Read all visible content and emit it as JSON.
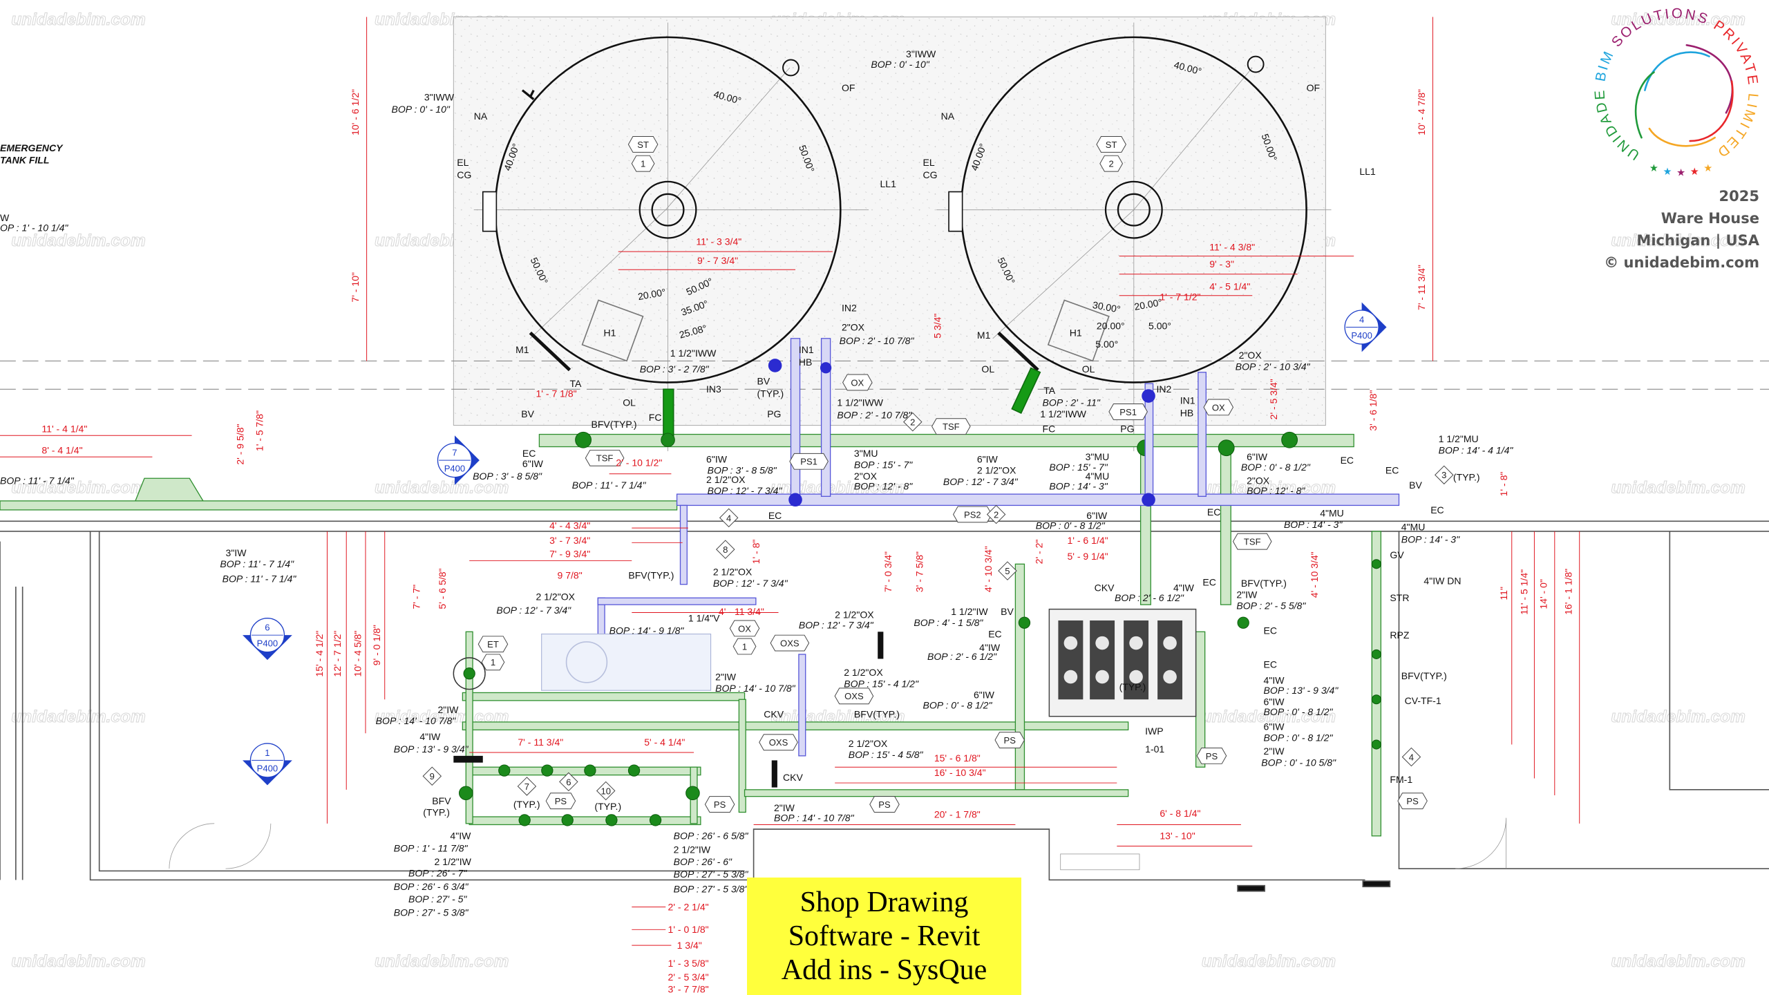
{
  "logo": {
    "words": [
      "UNIDADE",
      "BIM",
      "SOLUTIONS",
      "PRIVATE",
      "LIMITED"
    ],
    "colors": [
      "#1f9a3a",
      "#1ea4dd",
      "#9b1f6e",
      "#e8262a",
      "#f5a623"
    ]
  },
  "project": {
    "year": "2025",
    "name": "Ware House",
    "location": "Michigan | USA",
    "copyright": "© unidadebim.com"
  },
  "banner": {
    "line1": "Shop Drawing",
    "line2": "Software - Revit",
    "line3": "Add ins - SysQue",
    "color": "#ffff3c"
  },
  "watermark": "unidadebim.com",
  "colors": {
    "pipe_iw": "#2f8f2f",
    "pipe_ox": "#5656d8",
    "dimension": "#e0141e"
  },
  "section_markers": [
    {
      "number": "7",
      "sheet": "P400"
    },
    {
      "number": "4",
      "sheet": "P400"
    },
    {
      "number": "6",
      "sheet": "P400"
    },
    {
      "number": "1",
      "sheet": "P400"
    }
  ],
  "tank1_notes": [
    "3\"IWW",
    "BOP : 0' - 10\"",
    "NA",
    "OF",
    "40.00°",
    "50.00°",
    "40.00°",
    "EL",
    "CG",
    "LL1",
    "50.00°",
    "H1",
    "M1",
    "20.00°",
    "50.00°",
    "35.00°",
    "25.08°",
    "1 1/2\"IWW",
    "BOP : 3' - 2 7/8\"",
    "IN2",
    "2\"OX",
    "BOP : 2' - 10 7/8\"",
    "IN1",
    "HB",
    "TA",
    "OL",
    "IN3",
    "BV",
    "(TYP.)",
    "1 1/2\"IWW",
    "BOP : 2' - 10 7/8\"",
    "PG",
    "BV",
    "BFV(TYP.)",
    "FC",
    "EC",
    "6\"IW",
    "BOP : 3' - 8 5/8\"",
    "6\"IW",
    "BOP : 3' - 8 5/8\"",
    "2 1/2\"OX",
    "BOP : 12' - 7 3/4\"",
    "BOP : 11' - 7 1/4\"",
    "3\"MU",
    "BOP : 15' - 7\"",
    "2\"OX",
    "BOP : 12' - 8\"",
    "EC"
  ],
  "tank2_notes": [
    "3\"IWW",
    "BOP : 0' - 10\"",
    "NA",
    "OF",
    "40.00°",
    "50.00°",
    "40.00°",
    "EL",
    "CG",
    "LL1",
    "50.00°",
    "30.00°",
    "20.00°",
    "20.00°",
    "5.00°",
    "5.00°",
    "H1",
    "M1",
    "OL",
    "OL",
    "TA",
    "BOP : 2' - 11\"",
    "1 1/2\"IWW",
    "FC",
    "PG",
    "IN2",
    "IN1",
    "HB",
    "2\"OX",
    "BOP : 2' - 10 3/4\"",
    "6\"IW",
    "2 1/2\"OX",
    "BOP : 12' - 7 3/4\"",
    "3\"MU",
    "BOP : 15' - 7\"",
    "4\"MU",
    "BOP : 14' - 3\"",
    "6\"IW",
    "BOP : 0' - 8 1/2\"",
    "2\"OX",
    "BOP : 12' - 8\"",
    "EC",
    "EC",
    "BV",
    "EC",
    "1 1/2\"MU",
    "BOP : 14' - 4 1/4\"",
    "(TYP.)",
    "4\"MU",
    "BOP : 14' - 3\"",
    "4\"MU",
    "BOP : 14' - 3\"",
    "EC",
    "6\"IW",
    "BOP : 0' - 8 1/2\""
  ],
  "left_notes": [
    "EMERGENCY",
    "TANK FILL",
    "W",
    "OP : 1' - 10 1/4\"",
    "BOP : 11' - 7 1/4\"",
    "3\"IW",
    "BOP : 11' - 7 1/4\"",
    "BOP : 11' - 7 1/4\""
  ],
  "lower_notes": [
    "BFV(TYP.)",
    "2 1/2\"OX",
    "BOP : 12' - 7 3/4\"",
    "2 1/2\"OX",
    "BOP : 12' - 7 3/4\"",
    "1 1/4\"V",
    "BOP : 14' - 9 1/8\"",
    "2 1/2\"OX",
    "BOP : 12' - 7 3/4\"",
    "2\"IW",
    "BOP : 14' - 10 7/8\"",
    "2 1/2\"OX",
    "BOP : 15' - 4 1/2\"",
    "CKV",
    "BFV(TYP.)",
    "2 1/2\"OX",
    "BOP : 15' - 4 5/8\"",
    "CKV",
    "2\"IW",
    "BOP : 14' - 10 7/8\"",
    "2\"IW",
    "BOP : 14' - 10 7/8\"",
    "4\"IW",
    "BOP : 13' - 9 3/4\"",
    "BFV",
    "(TYP.)",
    "(TYP.)",
    "(TYP.)",
    "4\"IW",
    "BOP : 1' - 11 7/8\"",
    "2 1/2\"IW",
    "BOP : 26' - 7\"",
    "BOP : 26' - 6 3/4\"",
    "BOP : 27' - 5\"",
    "BOP : 27' - 5 3/8\"",
    "BOP : 26' - 6 5/8\"",
    "2 1/2\"IW",
    "BOP : 26' - 6\"",
    "BOP : 27' - 5 3/8\"",
    "BOP : 27' - 5 3/8\""
  ],
  "right_notes": [
    "1 1/2\"IW",
    "BOP : 4' - 1 5/8\"",
    "BV",
    "EC",
    "4\"IW",
    "BOP : 2' - 6 1/2\"",
    "6\"IW",
    "BOP : 0' - 8 1/2\"",
    "CKV",
    "4\"IW",
    "BOP : 2' - 6 1/2\"",
    "EC",
    "BFV(TYP.)",
    "2\"IW",
    "BOP : 2' - 5 5/8\"",
    "EC",
    "EC",
    "4\"IW",
    "BOP : 13' - 9 3/4\"",
    "6\"IW",
    "BOP : 0' - 8 1/2\"",
    "6\"IW",
    "BOP : 0' - 8 1/2\"",
    "2\"IW",
    "BOP : 0' - 10 5/8\"",
    "(TYP.)",
    "GV",
    "4\"IW DN",
    "STR",
    "RPZ",
    "BFV(TYP.)",
    "CV-TF-1",
    "FM-1",
    "IWP",
    "1-01"
  ],
  "dimensions": [
    "10' - 6 1/2\"",
    "7' - 10\"",
    "11' - 3 3/4\"",
    "9' - 7 3/4\"",
    "5 3/4\"",
    "1' - 7 1/8\"",
    "2' - 10 1/2\"",
    "11' - 4 3/8\"",
    "9' - 3\"",
    "4' - 5 1/4\"",
    "1' - 7 1/2\"",
    "10' - 4 7/8\"",
    "7' - 11 3/4\"",
    "2' - 5 3/4\"",
    "3' - 6 1/8\"",
    "11' - 4 1/4\"",
    "8' - 4 1/4\"",
    "2' - 9 5/8\"",
    "1' - 5 7/8\"",
    "4' - 4 3/4\"",
    "3' - 7 3/4\"",
    "7' - 9 3/4\"",
    "9 7/8\"",
    "7' - 7\"",
    "5' - 6 5/8\"",
    "15' - 4 1/2\"",
    "12' - 7 1/2\"",
    "10' - 4 5/8\"",
    "9' - 0 1/8\"",
    "1' - 8\"",
    "4' - 11 3/4\"",
    "7' - 11 3/4\"",
    "5' - 4 1/4\"",
    "7' - 0 3/4\"",
    "3' - 7 5/8\"",
    "4' - 10 3/4\"",
    "2' - 2\"",
    "1' - 6 1/4\"",
    "5' - 9 1/4\"",
    "4' - 10 3/4\"",
    "15' - 6 1/8\"",
    "16' - 10 3/4\"",
    "20' - 1 7/8\"",
    "6' - 8 1/4\"",
    "13' - 10\"",
    "1' - 8\"",
    "11\"",
    "11' - 5 1/4\"",
    "14' - 0\"",
    "16' - 1 1/8\"",
    "2' - 2 1/4\"",
    "1' - 0 1/8\"",
    "1 3/4\"",
    "1' - 3 5/8\"",
    "2' - 5 3/4\"",
    "3' - 7 7/8\""
  ],
  "hex_tags": [
    "ST",
    "1",
    "ST",
    "2",
    "TSF",
    "TSF",
    "PS1",
    "PS1",
    "OX",
    "OX",
    "PS2",
    "OX",
    "1",
    "OXS",
    "OXS",
    "OXS",
    "PS",
    "PS",
    "PS",
    "PS",
    "PS",
    "PS",
    "ET",
    "1",
    "TSF"
  ],
  "diamond_tags": [
    "2",
    "4",
    "8",
    "2",
    "5",
    "3",
    "4",
    "9",
    "7",
    "6",
    "10"
  ]
}
